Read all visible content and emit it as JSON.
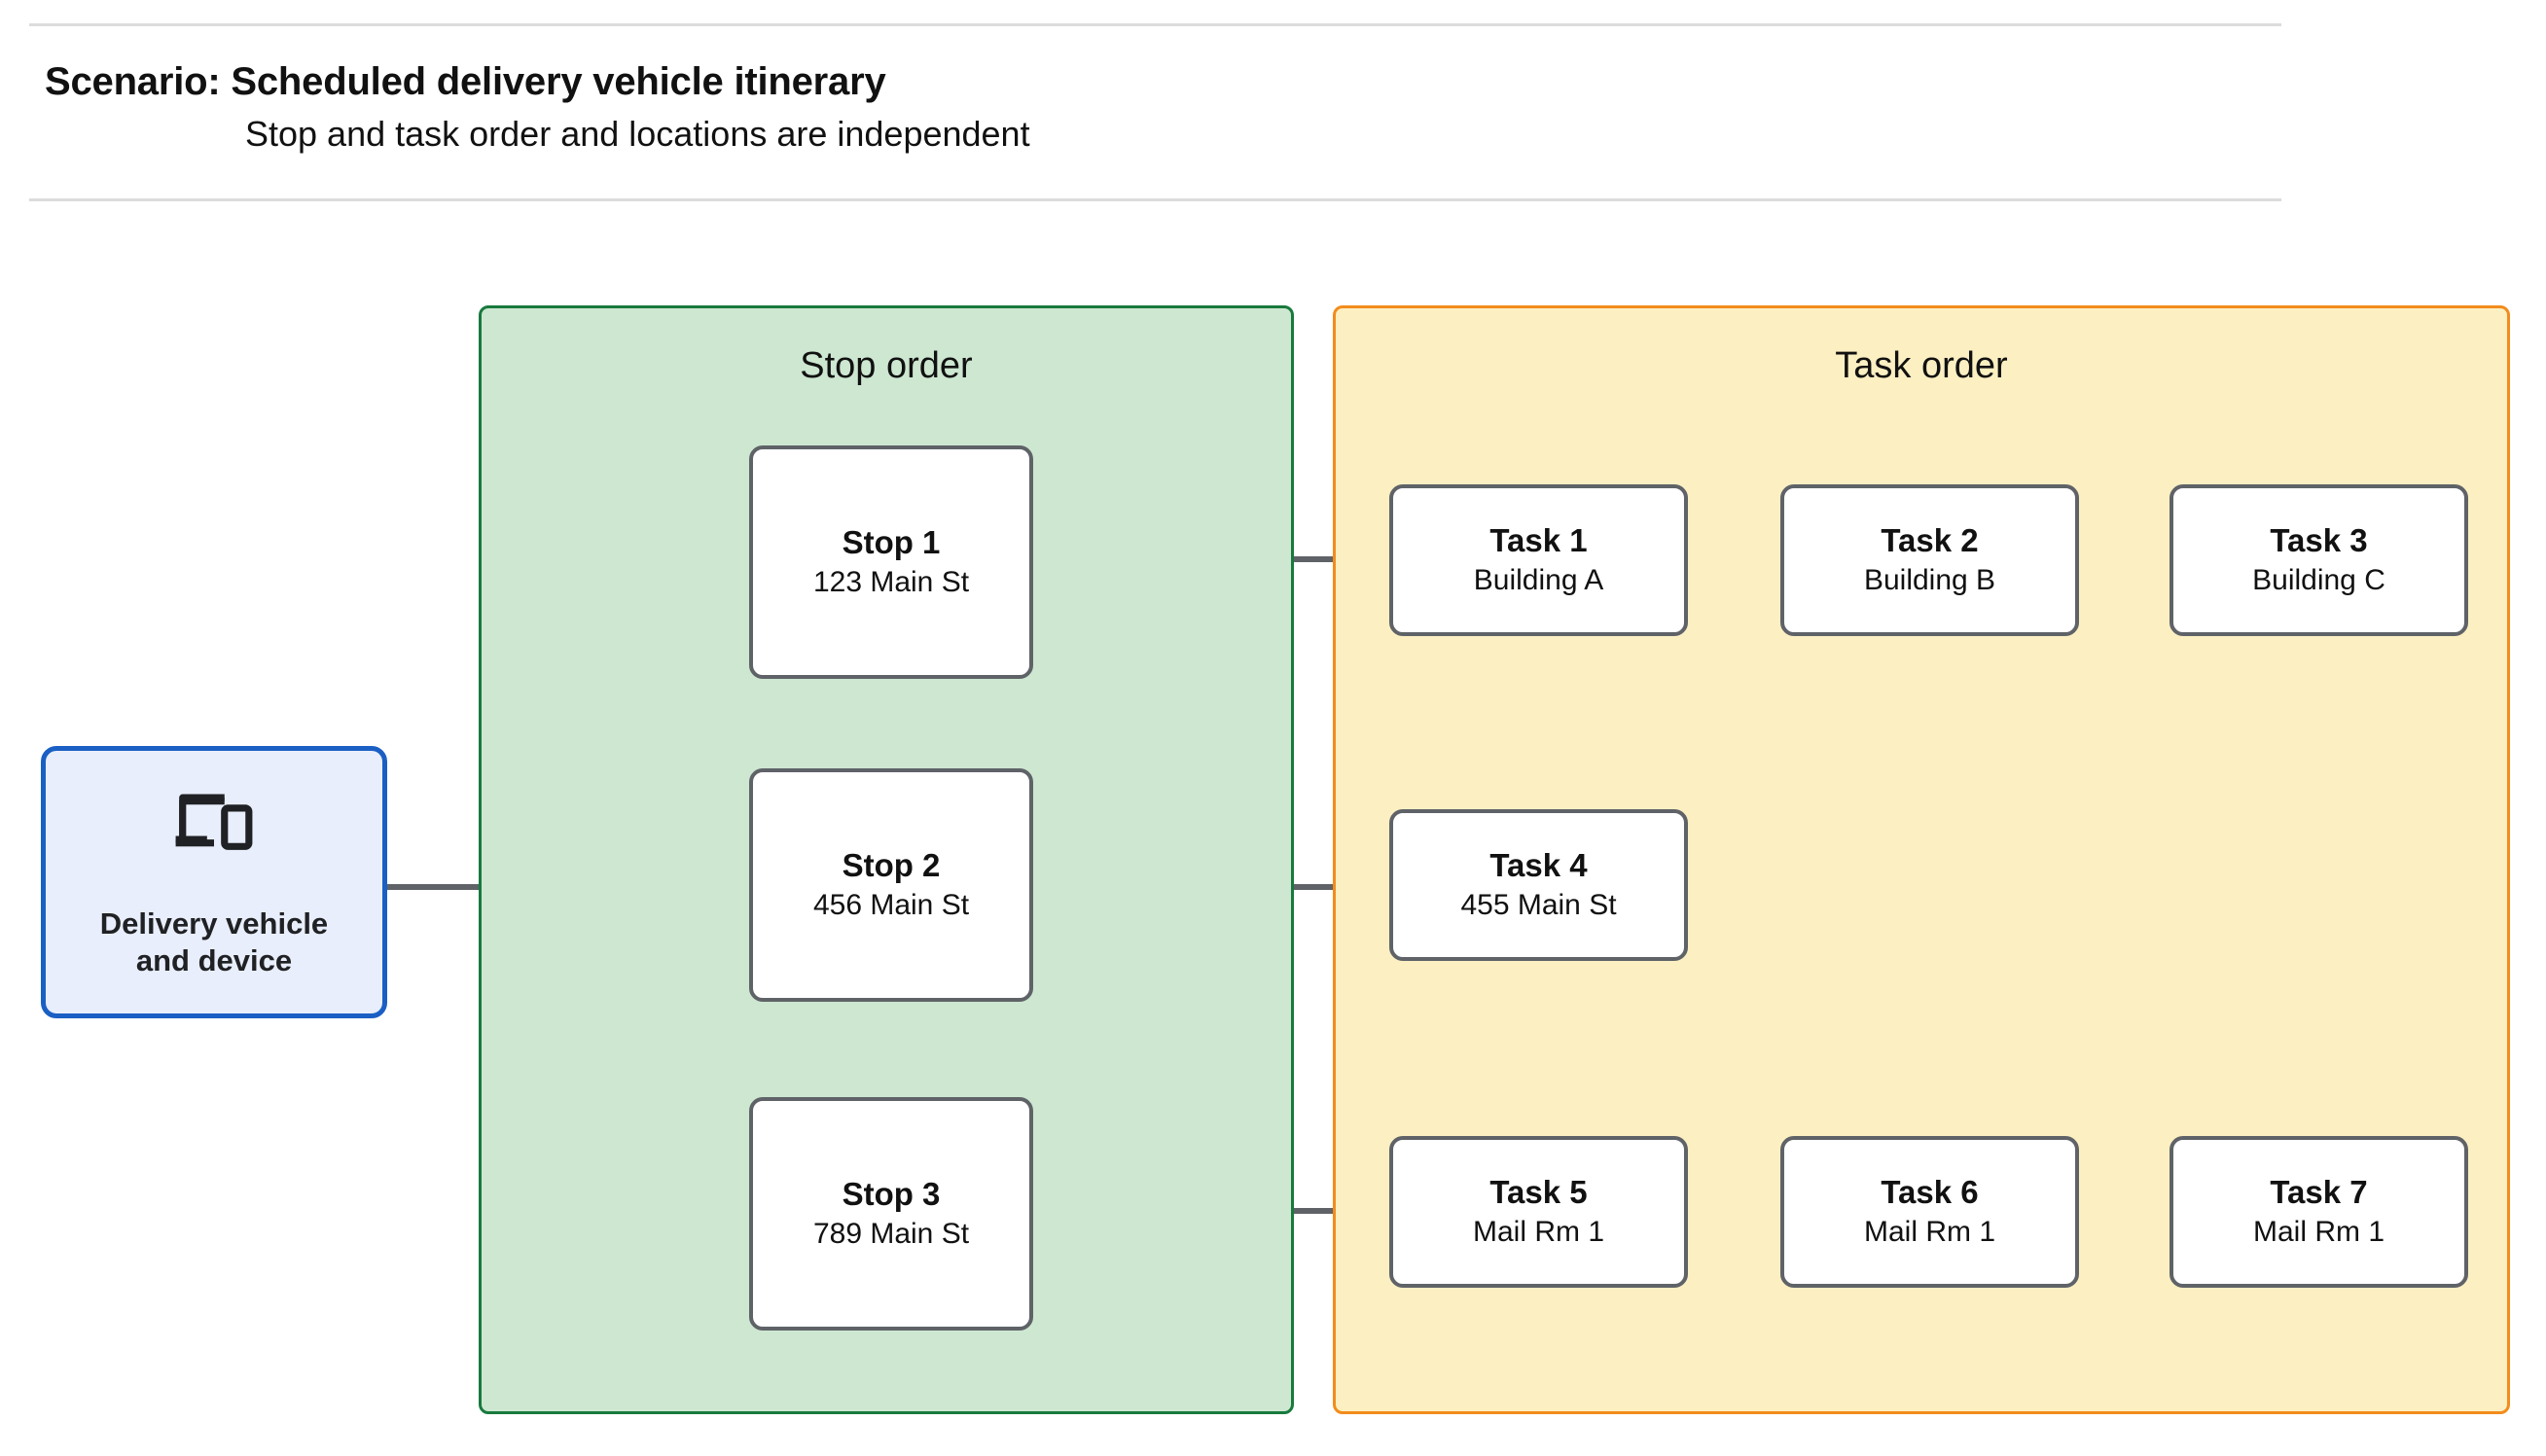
{
  "header": {
    "title": "Scenario: Scheduled delivery vehicle itinerary",
    "subtitle": "Stop and task order and locations are independent"
  },
  "vehicle": {
    "icon": "devices-icon",
    "label": "Delivery vehicle\nand device",
    "label_line1": "Delivery vehicle",
    "label_line2": "and device",
    "fill_color": "#e8eefb",
    "border_color": "#1a5fc4"
  },
  "stop_group": {
    "title": "Stop order",
    "fill_color": "#cde7d1",
    "border_color": "#187a3d",
    "nodes": [
      {
        "title": "Stop 1",
        "subtitle": "123 Main St"
      },
      {
        "title": "Stop 2",
        "subtitle": "456 Main St"
      },
      {
        "title": "Stop 3",
        "subtitle": "789 Main St"
      }
    ]
  },
  "task_group": {
    "title": "Task order",
    "fill_color": "#fcefc2",
    "border_color": "#f28c1c",
    "nodes": [
      {
        "title": "Task 1",
        "subtitle": "Building A"
      },
      {
        "title": "Task 2",
        "subtitle": "Building B"
      },
      {
        "title": "Task 3",
        "subtitle": "Building C"
      },
      {
        "title": "Task 4",
        "subtitle": "455 Main St"
      },
      {
        "title": "Task 5",
        "subtitle": "Mail Rm 1"
      },
      {
        "title": "Task 6",
        "subtitle": "Mail Rm 1"
      },
      {
        "title": "Task 7",
        "subtitle": "Mail Rm 1"
      }
    ]
  },
  "connectors": {
    "line_color": "#5f6368",
    "divider_color": "#dcdcdc"
  }
}
